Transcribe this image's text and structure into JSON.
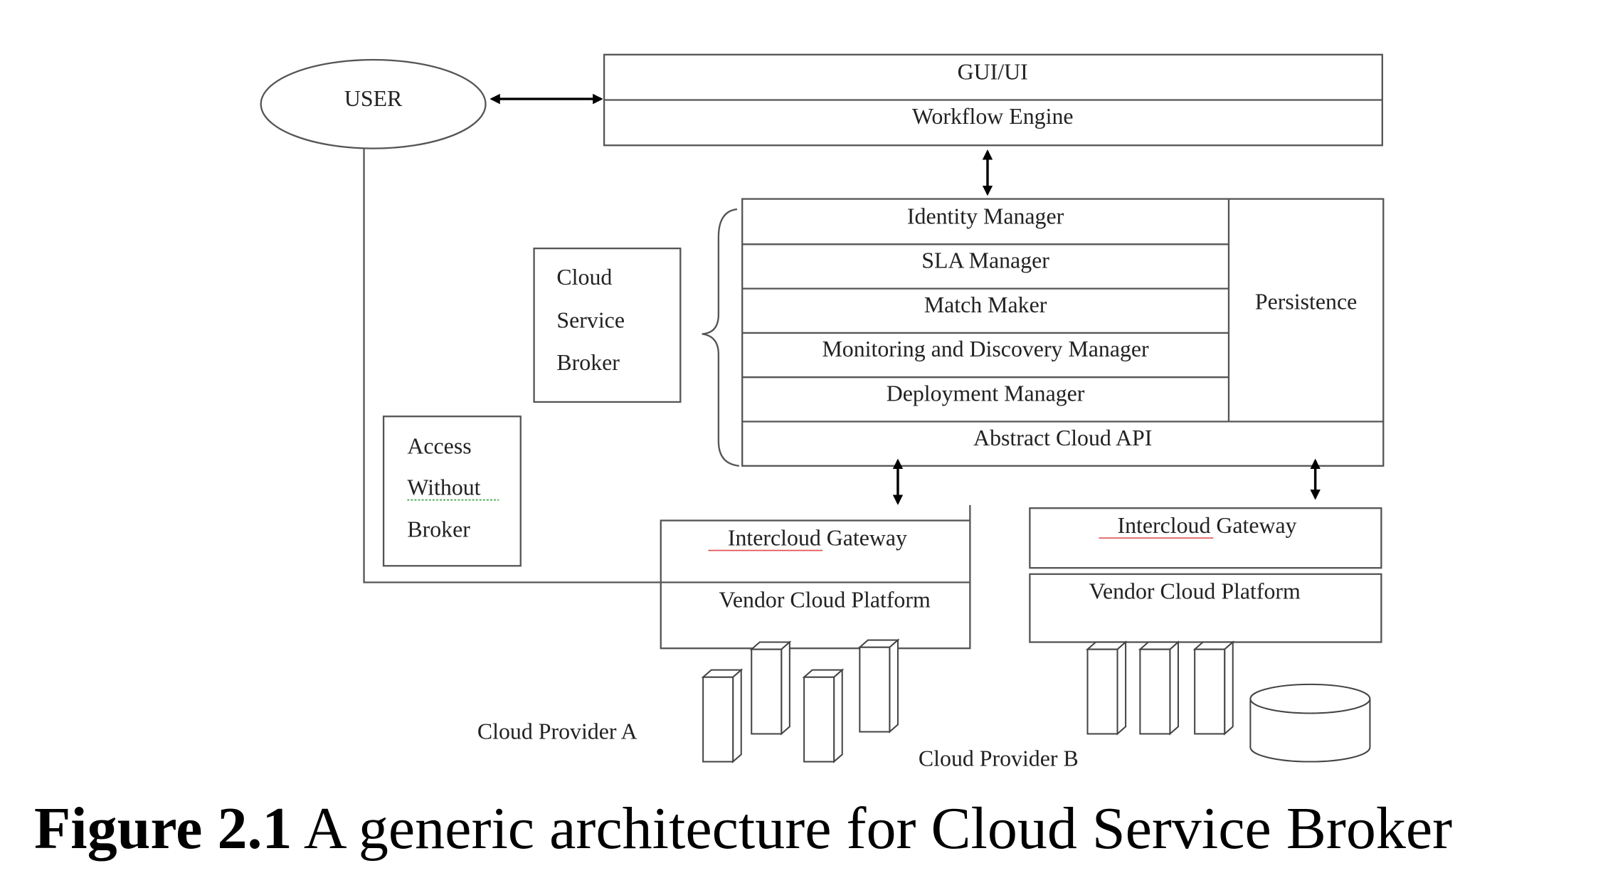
{
  "diagram": {
    "user": "USER",
    "top_stack": [
      "GUI/UI",
      "Workflow Engine"
    ],
    "broker_stack": [
      "Identity Manager",
      "SLA Manager",
      "Match Maker",
      "Monitoring and Discovery Manager",
      "Deployment Manager"
    ],
    "persistence": "Persistence",
    "abstract_api": "Abstract Cloud API",
    "broker_label": [
      "Cloud",
      "Service",
      "Broker"
    ],
    "access_label": [
      "Access",
      "Without",
      "Broker"
    ],
    "provider_a": {
      "gateway": "Intercloud Gateway",
      "platform": "Vendor Cloud Platform",
      "name": "Cloud Provider A"
    },
    "provider_b": {
      "gateway": "Intercloud Gateway",
      "platform": "Vendor Cloud Platform",
      "name": "Cloud Provider B"
    }
  },
  "caption": {
    "number": "Figure 2.1",
    "text": " A generic architecture for Cloud Service Broker"
  }
}
